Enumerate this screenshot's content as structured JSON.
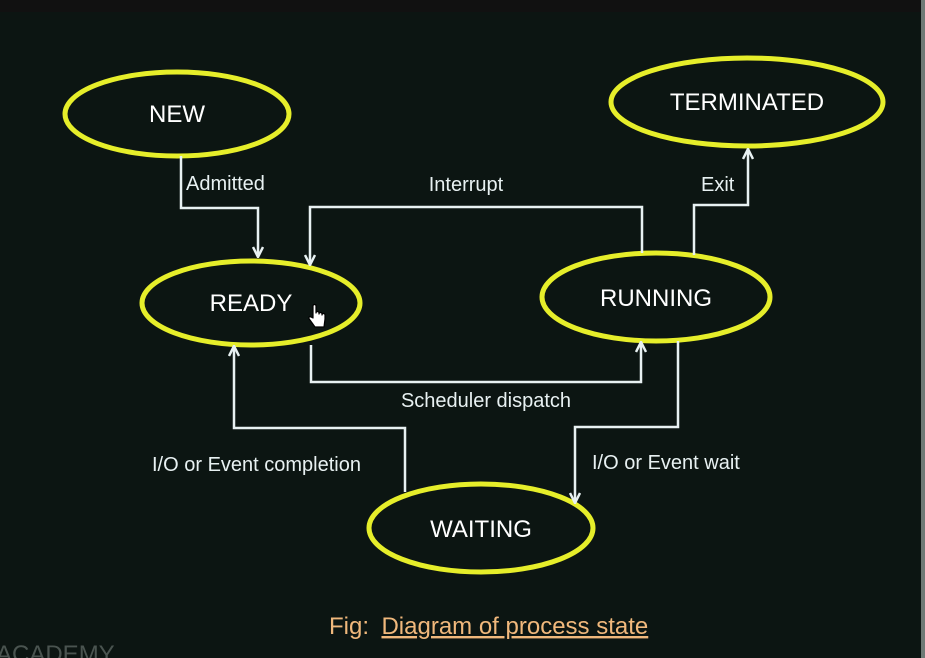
{
  "states": {
    "new": "NEW",
    "terminated": "TERMINATED",
    "ready": "READY",
    "running": "RUNNING",
    "waiting": "WAITING"
  },
  "transitions": {
    "admitted": "Admitted",
    "interrupt": "Interrupt",
    "exit": "Exit",
    "scheduler_dispatch": "Scheduler dispatch",
    "io_event_completion": "I/O or Event completion",
    "io_event_wait": "I/O or Event wait"
  },
  "caption": {
    "prefix": "Fig:",
    "title": "Diagram of process state"
  },
  "watermark": "ACADEMY",
  "colors": {
    "background": "#0c1512",
    "state_outline": "#e6ee2a",
    "arrow": "#e8f1f2",
    "caption": "#f0b87c"
  },
  "icons": {
    "cursor": "hand-pointer-icon"
  }
}
